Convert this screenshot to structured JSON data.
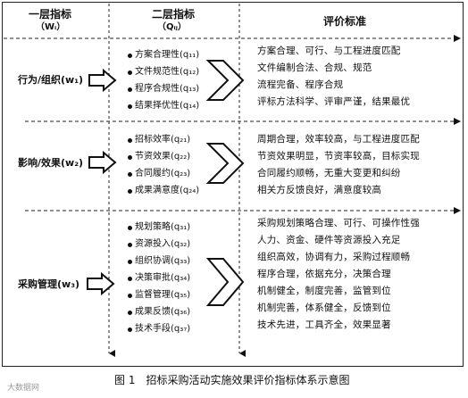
{
  "header": {
    "level1_title": "一层指标",
    "level1_symbol": "（Wᵢ）",
    "level2_title": "二层指标",
    "level2_symbol": "（Qᵢⱼ）",
    "criteria_title": "评价标准"
  },
  "groups": [
    {
      "level1_label": "行为/组织(w₁)",
      "indicators": [
        "方案合理性(q₁₁)",
        "文件规范性(q₁₂)",
        "程序合规性(q₁₃)",
        "结果择优性(q₁₄)"
      ],
      "criteria": [
        "方案合理、可行、与工程进度匹配",
        "文件编制合法、合规、规范",
        "流程完备、程序合规",
        "评标方法科学、评审严谨，结果最优"
      ]
    },
    {
      "level1_label": "影响/效果(w₂)",
      "indicators": [
        "招标效率(q₂₁)",
        "节资效果(q₂₂)",
        "合同履约(q₂₃)",
        "成果满意度(q₂₄)"
      ],
      "criteria": [
        "周期合理，效率较高，与工程进度匹配",
        "节资效果明显，节资率较高，目标实现",
        "合同履约顺畅，无重大变更和纠纷",
        "相关方反馈良好，满意度较高"
      ]
    },
    {
      "level1_label": "采购管理(w₃)",
      "indicators": [
        "规划策略(q₃₁)",
        "资源投入(q₃₂)",
        "组织协调(q₃₃)",
        "决策审批(q₃₄)",
        "监督管理(q₃₅)",
        "成果反馈(q₃₆)",
        "技术手段(q₃₇)"
      ],
      "criteria": [
        "采购规划策略合理、可行、可操作性强",
        "人力、资金、硬件等资源投入充足",
        "组织高效，协调有力，采购过程顺畅",
        "程序合理，依据充分，决策合理",
        "机制健全，制度完善，监管到位",
        "机制完善，体系健全，反馈到位",
        "技术先进，工具齐全，效果显著"
      ]
    }
  ],
  "caption": "图 1　招标采购活动实施效果评价指标体系示意图",
  "watermark": "大数据网"
}
